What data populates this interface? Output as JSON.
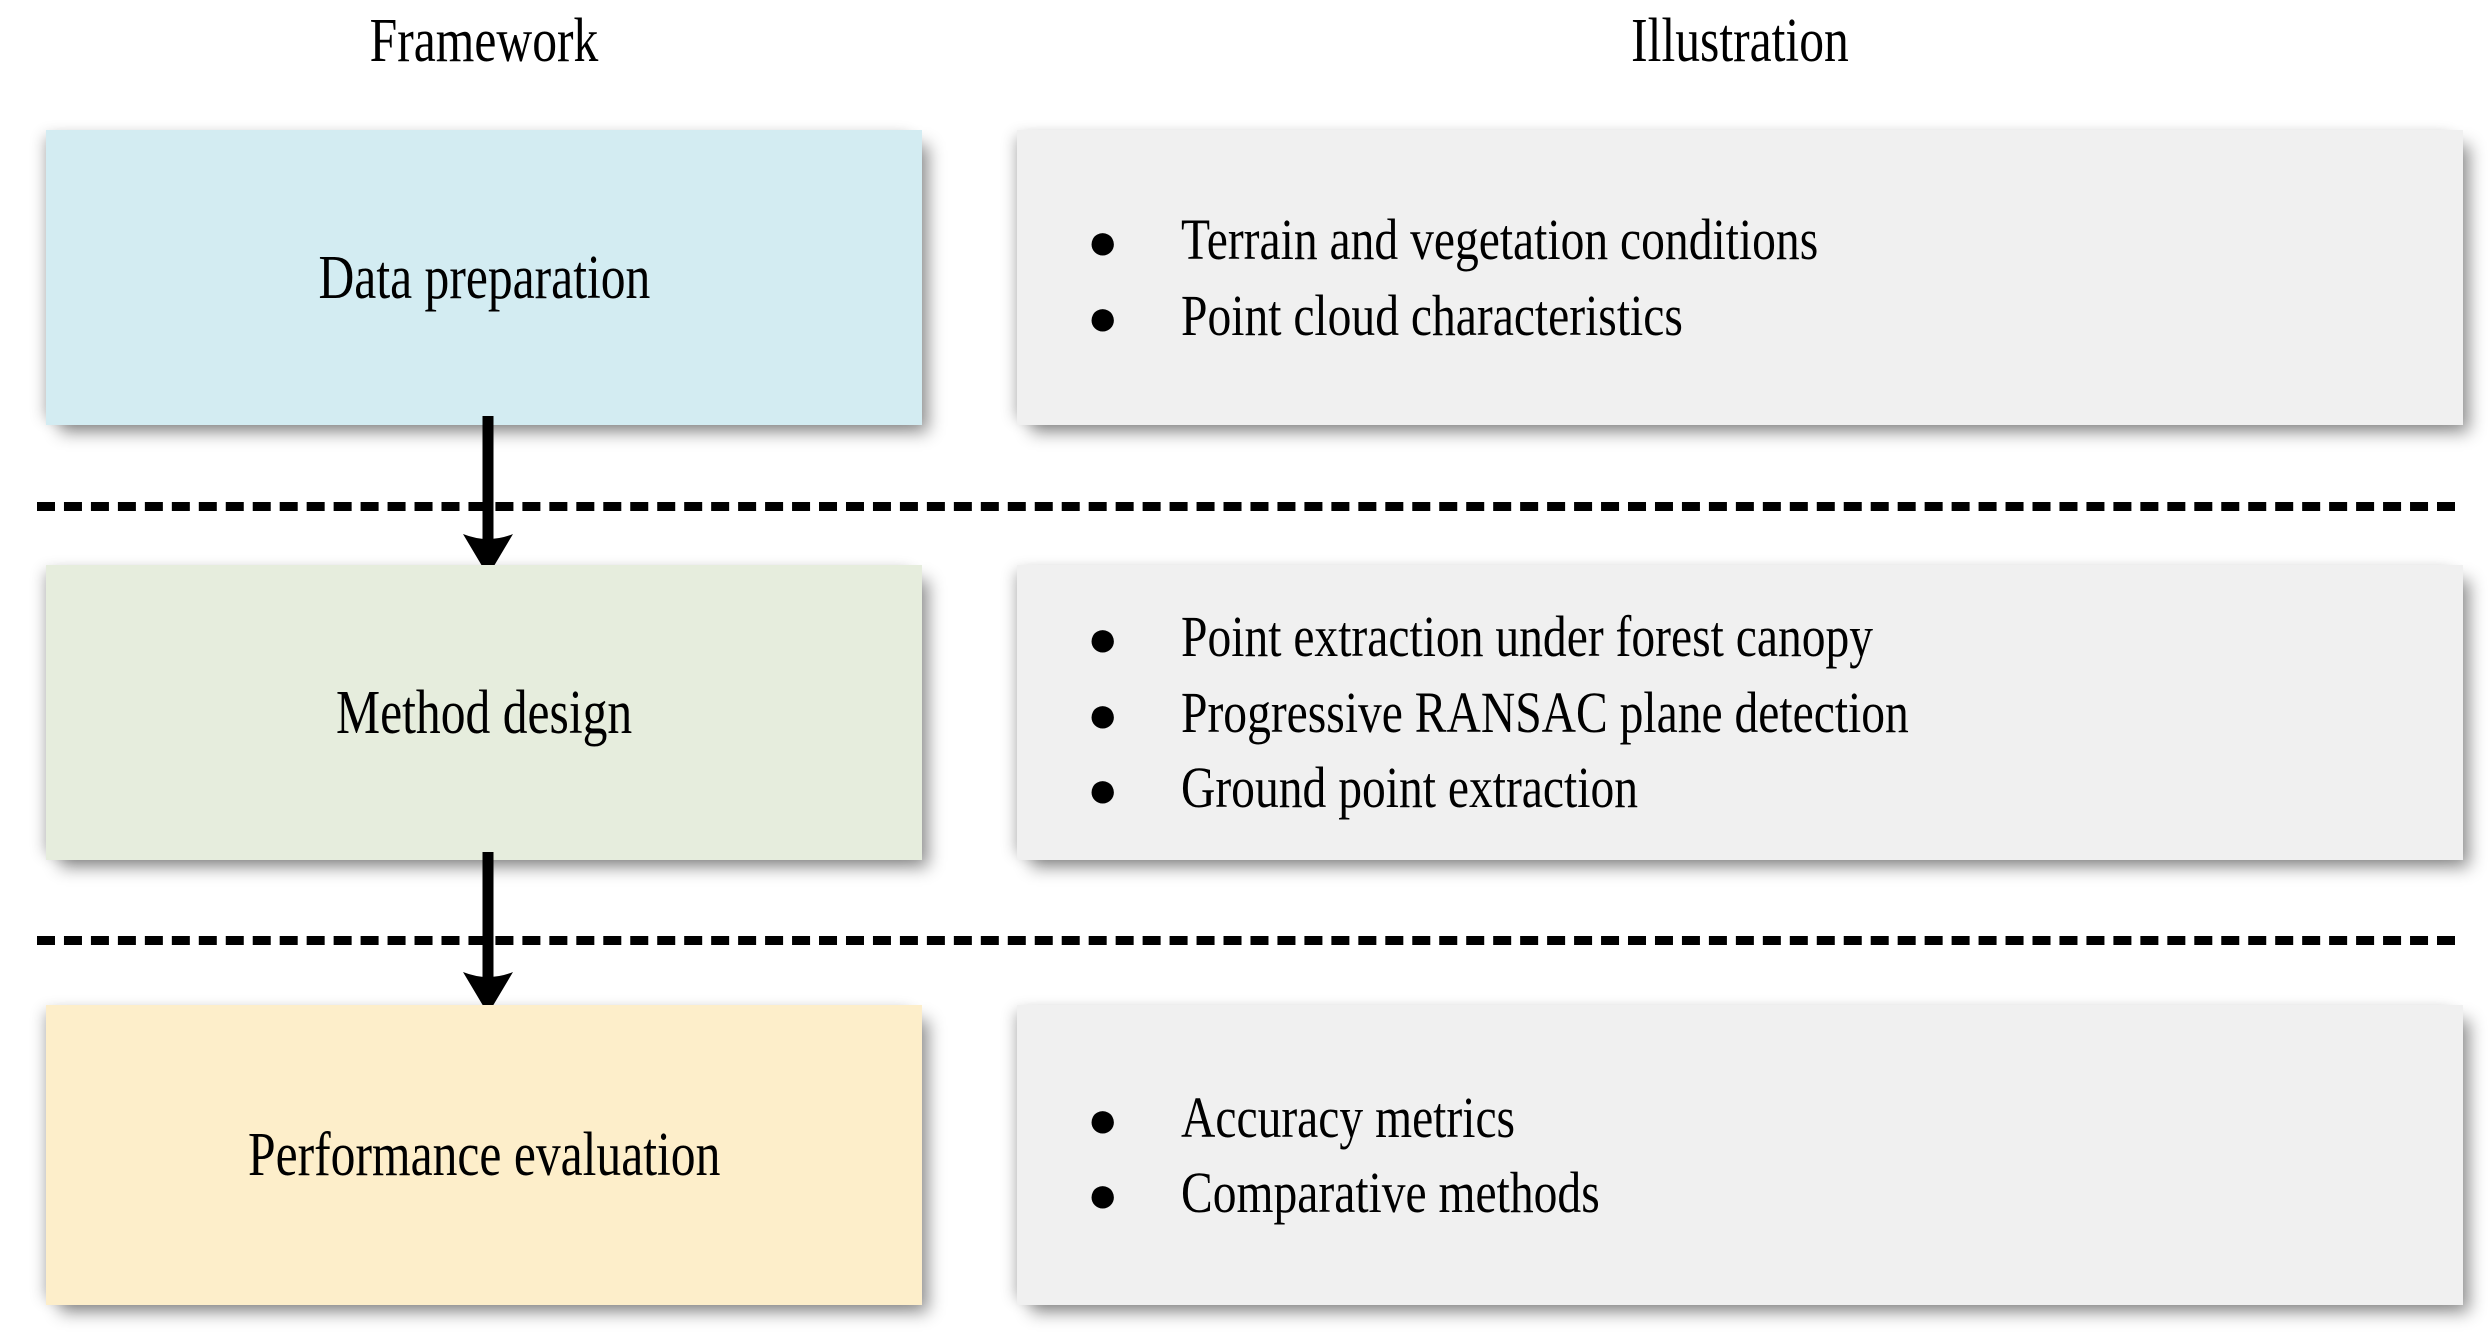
{
  "columns": {
    "framework_header": "Framework",
    "illustration_header": "Illustration"
  },
  "colors": {
    "stage_1_fill": "#d3ecf2",
    "stage_2_fill": "#e6eddd",
    "stage_3_fill": "#fdeeca",
    "illustration_fill": "#f0f0f0",
    "line": "#000000",
    "text": "#000000",
    "page_background": "#ffffff"
  },
  "bullet_glyph": "●",
  "rows": [
    {
      "stage_label": "Data preparation",
      "bullets": [
        "Terrain and vegetation conditions",
        "Point cloud characteristics"
      ]
    },
    {
      "stage_label": "Method design",
      "bullets": [
        "Point extraction under forest canopy",
        "Progressive RANSAC plane detection",
        "Ground point extraction"
      ]
    },
    {
      "stage_label": "Performance evaluation",
      "bullets": [
        "Accuracy metrics",
        "Comparative methods"
      ]
    }
  ],
  "connectors": [
    {
      "name": "arrow-stage1-to-stage2"
    },
    {
      "name": "arrow-stage2-to-stage3"
    }
  ],
  "dividers": [
    {
      "name": "dashed-divider-1"
    },
    {
      "name": "dashed-divider-2"
    }
  ]
}
